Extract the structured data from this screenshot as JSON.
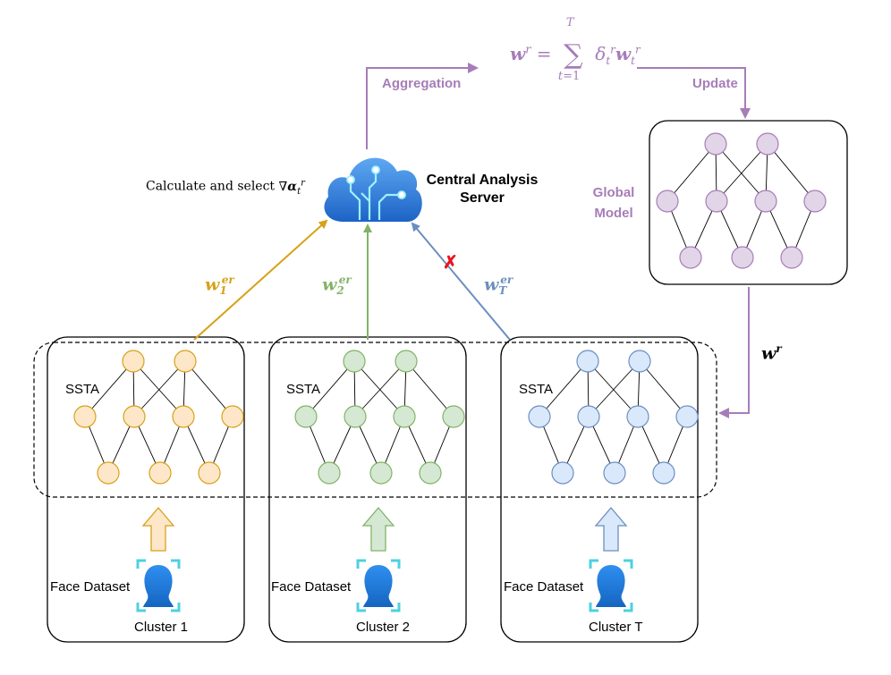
{
  "server": {
    "name_line1": "Central Analysis",
    "name_line2": "Server",
    "calc_text": "Calculate and select"
  },
  "aggregation_label": "Aggregation",
  "update_label": "Update",
  "global_model": {
    "line1": "Global",
    "line2": "Model"
  },
  "clusters": [
    {
      "name": "Cluster 1",
      "model_label": "SSTA",
      "dataset_label": "Face Dataset",
      "color": "#d6a219",
      "fill": "#fde7c8"
    },
    {
      "name": "Cluster 2",
      "model_label": "SSTA",
      "dataset_label": "Face Dataset",
      "color": "#82b366",
      "fill": "#d5e8d4"
    },
    {
      "name": "Cluster T",
      "model_label": "SSTA",
      "dataset_label": "Face Dataset",
      "color": "#6c8ebf",
      "fill": "#dae8fc"
    }
  ],
  "colors": {
    "purple": "#a67db8",
    "purple_fill": "#e1d5e7",
    "dropout_mark": "#e8141e",
    "face_icon": "#1e88e5",
    "face_frame": "#4dd0e1"
  },
  "icons": [
    "cloud-circuit-icon",
    "face-scan-icon",
    "arrow-up-icon",
    "x-mark-icon"
  ],
  "dropped_cluster": "Cluster T"
}
